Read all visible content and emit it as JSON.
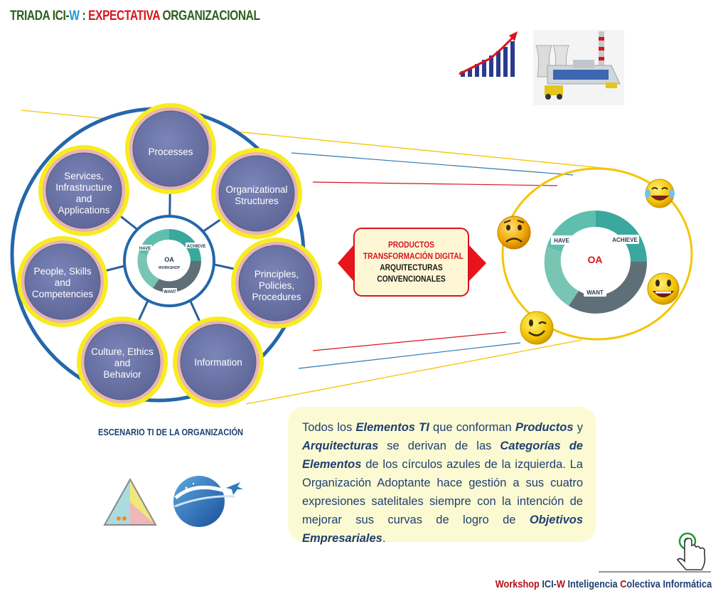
{
  "title": {
    "part1": "TRIADA ICI-",
    "part2": "W",
    "part3": " : ",
    "part4": "EXPECTATIVA",
    "part5": " ORGANIZACIONAL"
  },
  "left_diagram": {
    "nodes": [
      "Processes",
      "Organizational Structures",
      "Principles, Policies, Procedures",
      "Information",
      "Culture, Ethics and Behavior",
      "People, Skills and Competencies",
      "Services, Infrastructure and Applications"
    ],
    "core": {
      "have": "HAVE",
      "achieve": "ACHIEVE",
      "want": "WANT",
      "center": "OA",
      "sub": "WORKSHOP"
    },
    "caption": "ESCENARIO TI DE LA ORGANIZACIÓN"
  },
  "center_box": {
    "line1": "PRODUCTOS",
    "line2": "TRANSFORMACIÓN DIGITAL",
    "line3": "ARQUITECTURAS",
    "line4": "CONVENCIONALES"
  },
  "right_diagram": {
    "have": "HAVE",
    "achieve": "ACHIEVE",
    "want": "WANT",
    "center": "OA",
    "emojis": [
      "sad-face",
      "laughing-face",
      "grinning-face",
      "winking-face"
    ]
  },
  "note": {
    "t1": "Todos los ",
    "e1": "Elementos TI",
    "t2": " que conforman ",
    "e2": "Productos",
    "t3": " y ",
    "e3": "Arquitecturas",
    "t4": " se derivan de las ",
    "e4": "Categorías de Elementos",
    "t5": " de los círculos azules de la izquierda. La Organización Adoptante hace gestión a sus cuatro expresiones satelitales siempre con la intención de mejorar sus curvas de logro de ",
    "e5": "Objetivos Empresariales",
    "t6": "."
  },
  "footer": {
    "p1": "Workshop",
    "p2": " ICI-",
    "p3": "W",
    "p4": " Inteligencia ",
    "p5": "C",
    "p6": "olectiva ",
    "p7": "Informática"
  },
  "colors": {
    "node_fill": "#6b73a8",
    "node_ring_pink": "#e6b4b8",
    "node_ring_yellow": "#f5ec1e",
    "outer_circle": "#2467ab",
    "teal": "#3aa89c",
    "slate": "#5f6f78",
    "accent_red": "#d8141c",
    "accent_blue": "#1a9ad6"
  }
}
